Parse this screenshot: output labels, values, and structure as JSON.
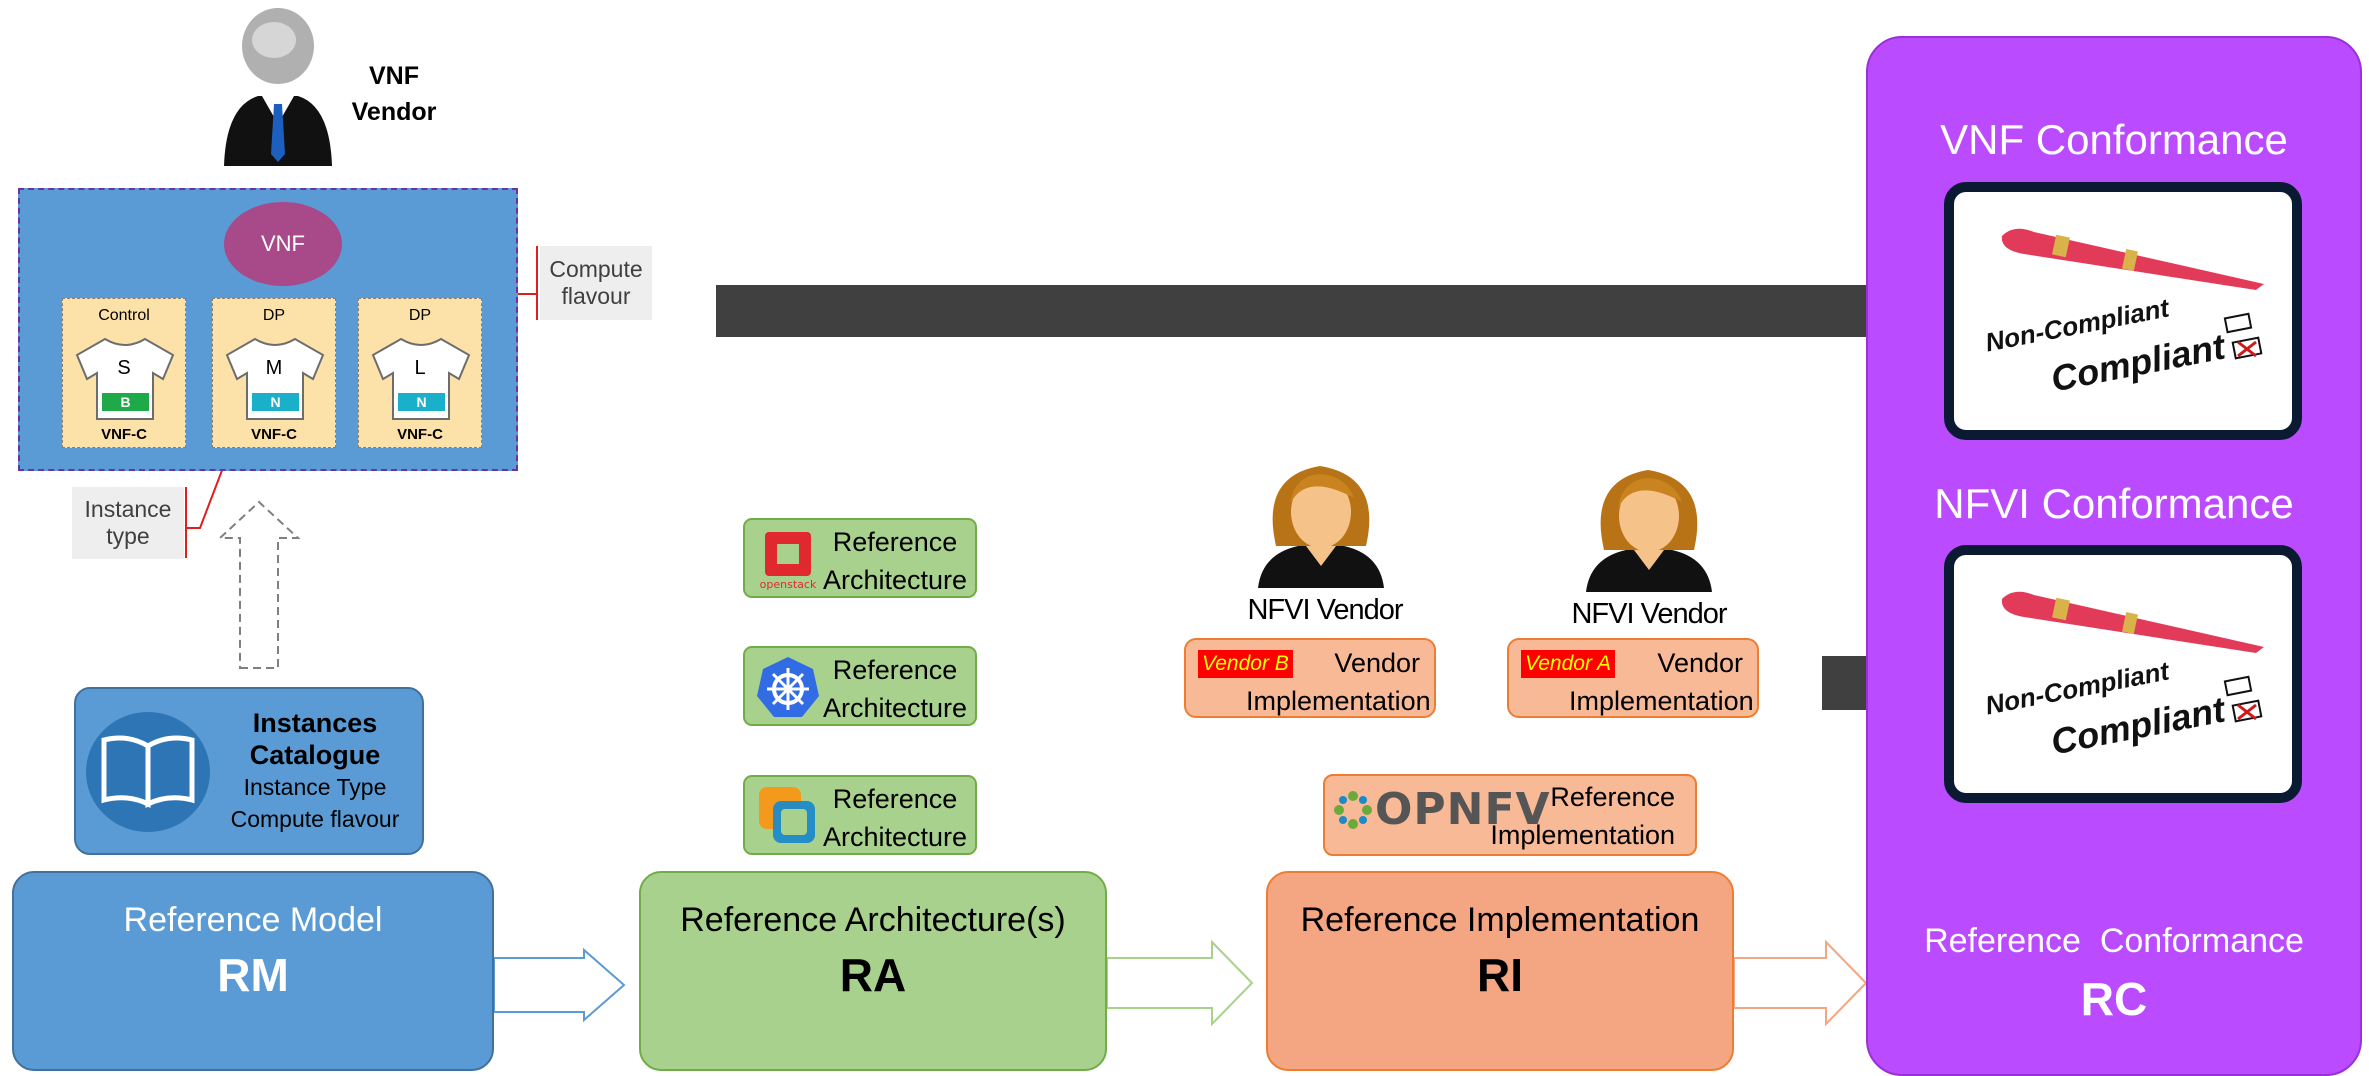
{
  "vnf_vendor": {
    "label_line1": "VNF",
    "label_line2": "Vendor"
  },
  "vnf": {
    "label": "VNF",
    "components": [
      {
        "role": "Control",
        "size": "S",
        "band": "B",
        "band_color": "#1faa4a",
        "footer": "VNF-C"
      },
      {
        "role": "DP",
        "size": "M",
        "band": "N",
        "band_color": "#1ab0c9",
        "footer": "VNF-C"
      },
      {
        "role": "DP",
        "size": "L",
        "band": "N",
        "band_color": "#1ab0c9",
        "footer": "VNF-C"
      }
    ]
  },
  "callouts": {
    "compute_flavour_line1": "Compute",
    "compute_flavour_line2": "flavour",
    "instance_type_line1": "Instance",
    "instance_type_line2": "type"
  },
  "catalogue": {
    "title_line1": "Instances",
    "title_line2": "Catalogue",
    "line3": "Instance Type",
    "line4": "Compute flavour",
    "icon": "open-book-icon"
  },
  "ra_items": [
    {
      "line1": "Reference",
      "line2": "Architecture",
      "logo": "openstack-logo",
      "logo_text": "openstack"
    },
    {
      "line1": "Reference",
      "line2": "Architecture",
      "logo": "kubernetes-logo"
    },
    {
      "line1": "Reference",
      "line2": "Architecture",
      "logo": "vmware-logo"
    }
  ],
  "nfvi_vendors": [
    {
      "label": "NFVI Vendor",
      "tag": "Vendor B",
      "line1": "Vendor",
      "line2": "Implementation"
    },
    {
      "label": "NFVI Vendor",
      "tag": "Vendor A",
      "line1": "Vendor",
      "line2": "Implementation"
    }
  ],
  "opnfv": {
    "logo_text": "OPNFV",
    "line1": "Reference",
    "line2": "Implementation"
  },
  "rm": {
    "title": "Reference Model",
    "abbr": "RM"
  },
  "ra": {
    "title": "Reference Architecture(s)",
    "abbr": "RA"
  },
  "ri": {
    "title": "Reference Implementation",
    "abbr": "RI"
  },
  "rc": {
    "vnf_heading": "VNF Conformance",
    "nfvi_heading": "NFVI Conformance",
    "footer": "Reference  Conformance",
    "abbr": "RC",
    "card_noncompliant": "Non-Compliant",
    "card_compliant": "Compliant"
  },
  "colors": {
    "rm_blue": "#5b9bd5",
    "ra_green": "#a9d18e",
    "ri_orange": "#f4a582",
    "rc_purple": "#bb4bff",
    "vnf_magenta": "#a84a8a",
    "arrow_dark": "#404040"
  }
}
